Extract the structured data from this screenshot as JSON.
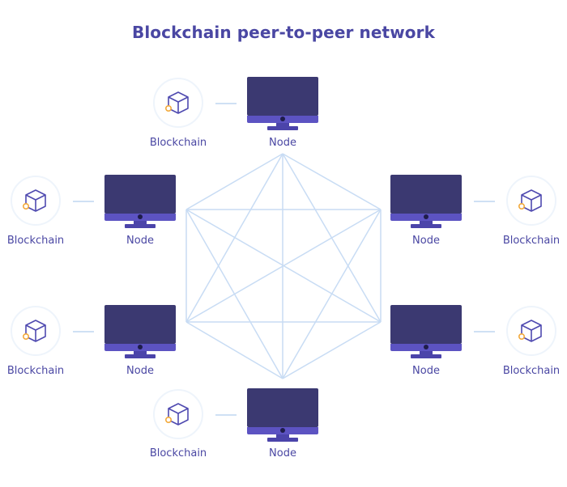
{
  "title": "Blockchain peer-to-peer network",
  "node_label": "Node",
  "blockchain_label": "Blockchain",
  "nodes": [
    {
      "label": "Node",
      "blockchain_label": "Blockchain"
    },
    {
      "label": "Node",
      "blockchain_label": "Blockchain"
    },
    {
      "label": "Node",
      "blockchain_label": "Blockchain"
    },
    {
      "label": "Node",
      "blockchain_label": "Blockchain"
    },
    {
      "label": "Node",
      "blockchain_label": "Blockchain"
    },
    {
      "label": "Node",
      "blockchain_label": "Blockchain"
    }
  ],
  "colors": {
    "title": "#4a47a3",
    "screen": "#3b3971",
    "bezel": "#5c53c2",
    "network_line": "#c8dcf4",
    "circle_fill": "#eef4fb",
    "cube_stroke": "#4f4ab0",
    "cube_accent": "#f2a93b"
  },
  "icons": {
    "node": "desktop-monitor-icon",
    "blockchain": "cube-icon"
  }
}
